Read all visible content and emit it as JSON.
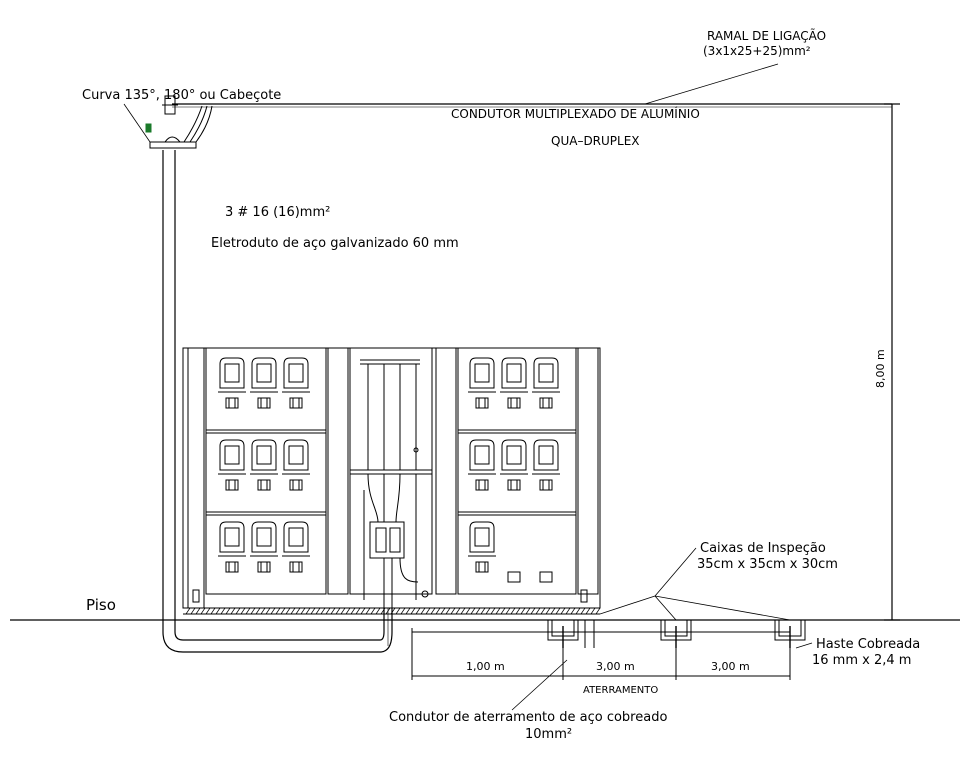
{
  "labels": {
    "ramal_title": "RAMAL DE LIGAÇÃO",
    "ramal_spec": "(3x1x25+25)mm²",
    "curva": "Curva 135°, 180° ou Cabeçote",
    "condutor_multiplexado": "CONDUTOR MULTIPLEXADO DE ALUMÍNIO",
    "qua_druplex": "QUA–DRUPLEX",
    "cabos": "3 # 16 (16)mm²",
    "eletroduto": "Eletroduto de aço galvanizado 60 mm",
    "altura": "8,00 m",
    "piso": "Piso",
    "caixas_title": "Caixas de Inspeção",
    "caixas_dim": "35cm x 35cm x 30cm",
    "haste_title": "Haste Cobreada",
    "haste_dim": "16 mm x 2,4 m",
    "dist_1": "1,00 m",
    "dist_2": "3,00 m",
    "dist_3": "3,00 m",
    "aterramento": "ATERRAMENTO",
    "condutor_aterramento": "Condutor de aterramento de aço cobreado",
    "condutor_aterramento_bitola": "10mm²"
  },
  "colors": {
    "line": "#000000",
    "background": "#ffffff",
    "accent_green": "#1a7a2a"
  }
}
